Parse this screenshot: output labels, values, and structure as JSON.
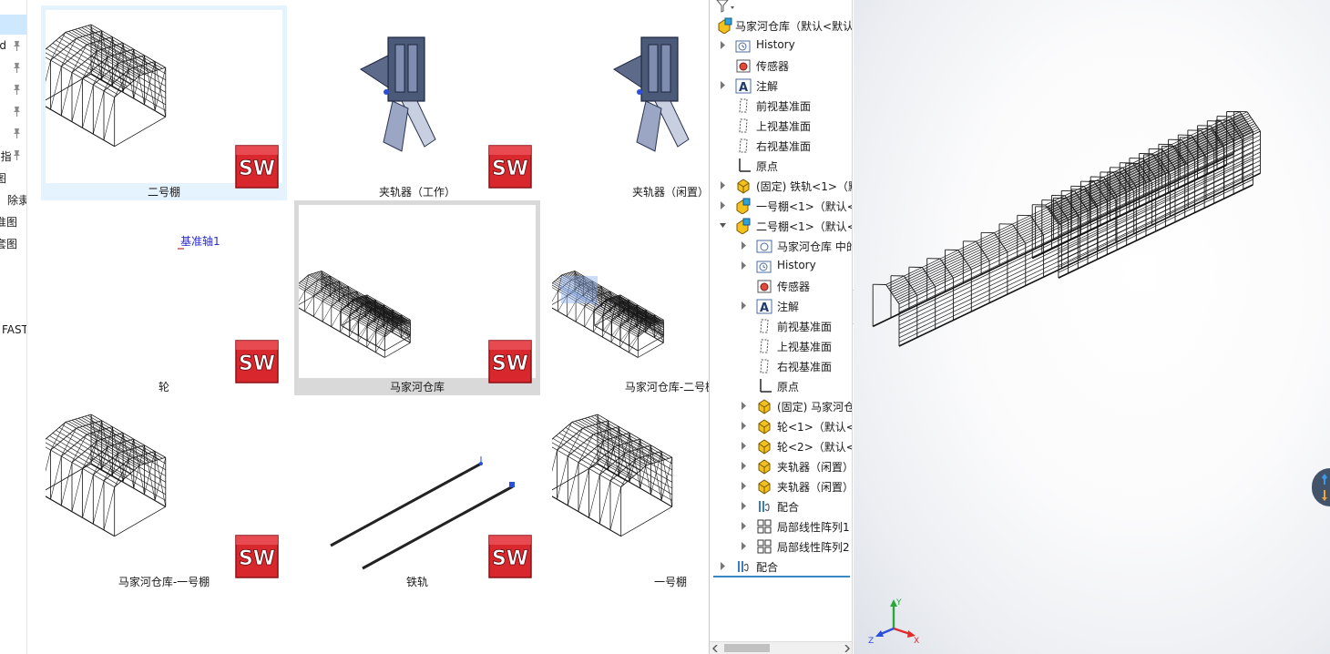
{
  "quick_access": {
    "items": [
      {
        "label": "ad",
        "pinned": true
      },
      {
        "label": "",
        "pinned": true
      },
      {
        "label": "",
        "pinned": true
      },
      {
        "label": "",
        "pinned": true
      },
      {
        "label": "",
        "pinned": true
      },
      {
        "label": "d指",
        "pinned": true
      },
      {
        "label": "图",
        "pinned": false
      },
      {
        "label": "除隶",
        "pinned": false
      },
      {
        "label": "准图",
        "pinned": false
      },
      {
        "label": "套图",
        "pinned": false
      },
      {
        "label": "FAST",
        "pinned": false
      }
    ]
  },
  "files": [
    {
      "name": "二号棚",
      "type": "assembly-shed",
      "state": "selected"
    },
    {
      "name": "夹轨器（工作）",
      "type": "clamp-working"
    },
    {
      "name": "夹轨器（闲置）",
      "type": "clamp-idle"
    },
    {
      "name": "轮",
      "type": "part-axis",
      "note": "基准轴1"
    },
    {
      "name": "马家河仓库",
      "type": "assembly-long",
      "state": "hover"
    },
    {
      "name": "马家河仓库-二号棚",
      "type": "assembly-blue"
    },
    {
      "name": "马家河仓库-一号棚",
      "type": "assembly-shed"
    },
    {
      "name": "铁轨",
      "type": "rail"
    },
    {
      "name": "一号棚",
      "type": "assembly-shed"
    }
  ],
  "feature_tree": {
    "root": "马家河仓库（默认<默认",
    "nodes": [
      {
        "label": "History",
        "icon": "history-icon",
        "level": 1,
        "expandable": true
      },
      {
        "label": "传感器",
        "icon": "sensor-icon",
        "level": 1,
        "expandable": false
      },
      {
        "label": "注解",
        "icon": "annotation-icon",
        "level": 1,
        "expandable": true
      },
      {
        "label": "前视基准面",
        "icon": "plane-icon",
        "level": 1,
        "expandable": false
      },
      {
        "label": "上视基准面",
        "icon": "plane-icon",
        "level": 1,
        "expandable": false
      },
      {
        "label": "右视基准面",
        "icon": "plane-icon",
        "level": 1,
        "expandable": false
      },
      {
        "label": "原点",
        "icon": "origin-icon",
        "level": 1,
        "expandable": false
      },
      {
        "label": "(固定) 铁轨<1>（默",
        "icon": "part-icon",
        "level": 1,
        "expandable": true
      },
      {
        "label": "一号棚<1>（默认<§",
        "icon": "assembly-icon",
        "level": 1,
        "expandable": true
      },
      {
        "label": "二号棚<1>（默认<§",
        "icon": "assembly-icon",
        "level": 1,
        "expandable": true,
        "expanded": true
      },
      {
        "label": "马家河仓库 中的",
        "icon": "folder-icon",
        "level": 2,
        "expandable": true
      },
      {
        "label": "History",
        "icon": "history-icon",
        "level": 2,
        "expandable": true
      },
      {
        "label": "传感器",
        "icon": "sensor-icon",
        "level": 2,
        "expandable": false
      },
      {
        "label": "注解",
        "icon": "annotation-icon",
        "level": 2,
        "expandable": true
      },
      {
        "label": "前视基准面",
        "icon": "plane-icon",
        "level": 2,
        "expandable": false
      },
      {
        "label": "上视基准面",
        "icon": "plane-icon",
        "level": 2,
        "expandable": false
      },
      {
        "label": "右视基准面",
        "icon": "plane-icon",
        "level": 2,
        "expandable": false
      },
      {
        "label": "原点",
        "icon": "origin-icon",
        "level": 2,
        "expandable": false
      },
      {
        "label": "(固定) 马家河仓",
        "icon": "part-icon",
        "level": 2,
        "expandable": true
      },
      {
        "label": "轮<1>（默认<-",
        "icon": "part-icon",
        "level": 2,
        "expandable": true
      },
      {
        "label": "轮<2>（默认<-",
        "icon": "part-icon",
        "level": 2,
        "expandable": true
      },
      {
        "label": "夹轨器（闲置）",
        "icon": "part-icon",
        "level": 2,
        "expandable": true
      },
      {
        "label": "夹轨器（闲置）",
        "icon": "part-icon",
        "level": 2,
        "expandable": true
      },
      {
        "label": "配合",
        "icon": "mates-icon",
        "level": 2,
        "expandable": true
      },
      {
        "label": "局部线性阵列1",
        "icon": "pattern-icon",
        "level": 2,
        "expandable": true
      },
      {
        "label": "局部线性阵列2",
        "icon": "pattern-icon",
        "level": 2,
        "expandable": true
      },
      {
        "label": "配合",
        "icon": "mates-icon",
        "level": 1,
        "expandable": true
      }
    ]
  },
  "thumb_note": "基准轴1",
  "sw_logo": "SW",
  "triad": {
    "x": "X",
    "y": "Y",
    "z": "Z"
  },
  "colors": {
    "selection": "#e5f3ff",
    "hover_selection": "#d9d9d9",
    "sw_red": "#d8272d",
    "tree_separator": "#3a87c8",
    "axis_x": "#e02b2b",
    "axis_y": "#2aa83a",
    "axis_z": "#2b4fd8"
  }
}
